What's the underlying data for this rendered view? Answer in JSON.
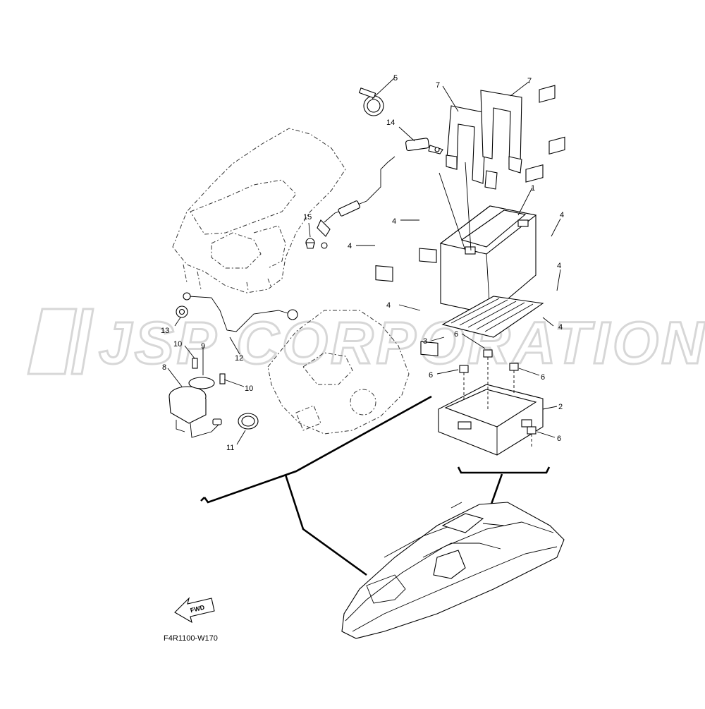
{
  "watermark": {
    "text": "JSP CORPORATION"
  },
  "figure_code": "F4R1100-W170",
  "fwd_label": "FWD",
  "callouts": {
    "c1": "1",
    "c2": "2",
    "c3": "3",
    "c4a": "4",
    "c4b": "4",
    "c4c": "4",
    "c4d": "4",
    "c4e": "4",
    "c4f": "4",
    "c5": "5",
    "c6a": "6",
    "c6b": "6",
    "c6c": "6",
    "c6d": "6",
    "c7a": "7",
    "c7b": "7",
    "c8": "8",
    "c9": "9",
    "c10a": "10",
    "c10b": "10",
    "c11": "11",
    "c12": "12",
    "c13": "13",
    "c14": "14",
    "c15": "15"
  },
  "colors": {
    "line": "#000000",
    "watermark": "#d7d7d7",
    "background": "#ffffff"
  }
}
